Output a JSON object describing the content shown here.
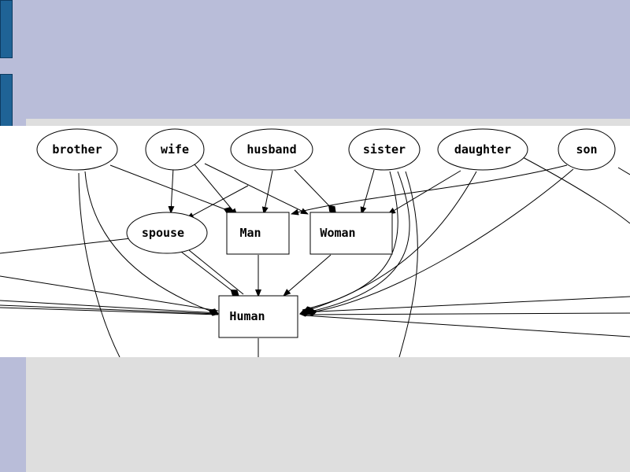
{
  "theme": {
    "slide_background": "#b9bdd9",
    "content_background": "#dedede",
    "diagram_background": "#ffffff",
    "tab_color": "#1f6396",
    "ink": "#000000"
  },
  "diagram": {
    "nodes": [
      {
        "id": "brother",
        "label": "brother",
        "shape": "ellipse"
      },
      {
        "id": "wife",
        "label": "wife",
        "shape": "ellipse"
      },
      {
        "id": "husband",
        "label": "husband",
        "shape": "ellipse"
      },
      {
        "id": "sister",
        "label": "sister",
        "shape": "ellipse"
      },
      {
        "id": "daughter",
        "label": "daughter",
        "shape": "ellipse"
      },
      {
        "id": "son",
        "label": "son",
        "shape": "ellipse"
      },
      {
        "id": "spouse",
        "label": "spouse",
        "shape": "ellipse"
      },
      {
        "id": "man",
        "label": "Man",
        "shape": "box"
      },
      {
        "id": "woman",
        "label": "Woman",
        "shape": "box"
      },
      {
        "id": "human",
        "label": "Human",
        "shape": "box"
      }
    ],
    "edges": [
      {
        "from": "wife",
        "to": "spouse",
        "head": "arrow"
      },
      {
        "from": "husband",
        "to": "spouse",
        "head": "arrow"
      },
      {
        "from": "wife",
        "to": "man",
        "head": "arrow"
      },
      {
        "from": "brother",
        "to": "man",
        "head": "diamond"
      },
      {
        "from": "husband",
        "to": "man",
        "head": "arrow"
      },
      {
        "from": "wife",
        "to": "woman",
        "head": "arrow"
      },
      {
        "from": "husband",
        "to": "woman",
        "head": "diamond"
      },
      {
        "from": "sister",
        "to": "woman",
        "head": "arrow"
      },
      {
        "from": "daughter",
        "to": "woman",
        "head": "arrow"
      },
      {
        "from": "son",
        "to": "man",
        "head": "arrow"
      },
      {
        "from": "man",
        "to": "human",
        "head": "arrow"
      },
      {
        "from": "woman",
        "to": "human",
        "head": "arrow"
      },
      {
        "from": "spouse",
        "to": "human",
        "head": "diamond"
      },
      {
        "from": "brother",
        "to": "human",
        "head": "diamond"
      },
      {
        "from": "sister",
        "to": "human",
        "head": "diamond"
      },
      {
        "from": "daughter",
        "to": "human",
        "head": "diamond"
      },
      {
        "from": "son",
        "to": "human",
        "head": "diamond"
      }
    ]
  }
}
